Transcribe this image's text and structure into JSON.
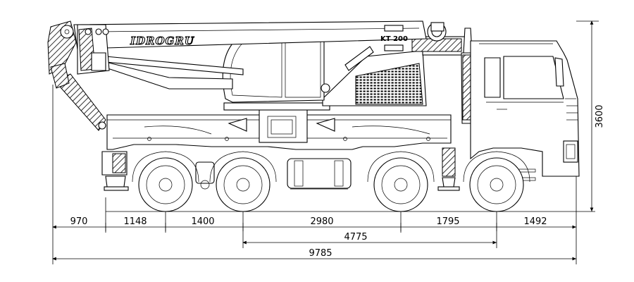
{
  "drawing": {
    "brand_text": "IDROGRU",
    "model_text": "KT 200"
  },
  "dimensions": {
    "height": "3600",
    "rear_overhang": "970",
    "outrigger_to_axle": "1148",
    "rear_axle_spacing": "1400",
    "middle_span": "2980",
    "front_axle_spacing": "1795",
    "front_overhang": "1492",
    "wheelbase": "4775",
    "overall_length": "9785"
  }
}
